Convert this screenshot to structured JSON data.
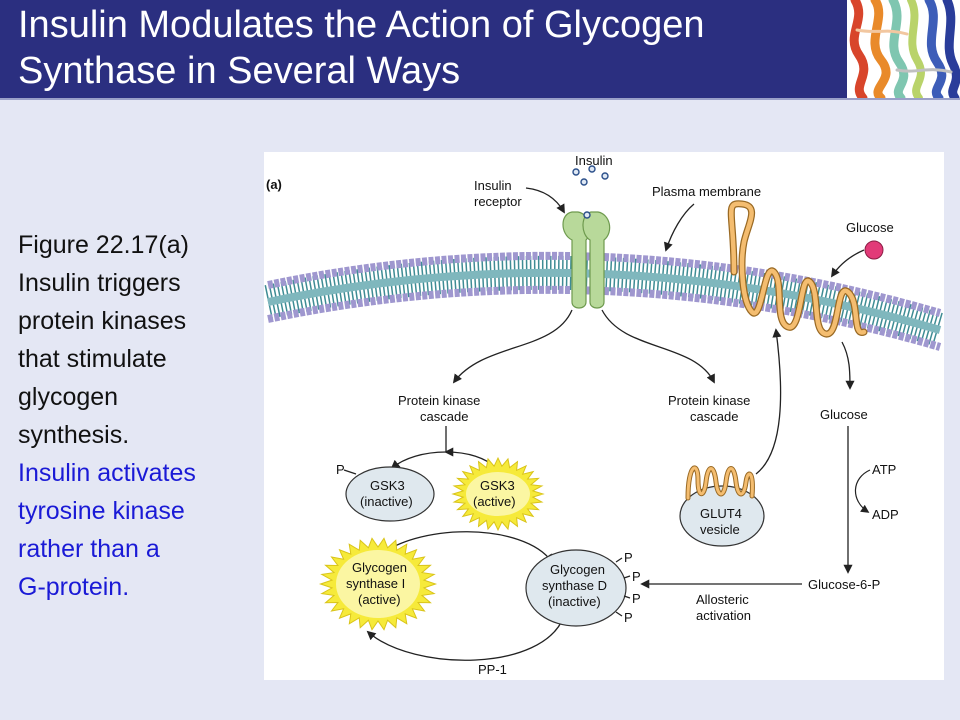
{
  "slide": {
    "title_line1": "Insulin Modulates the Action of Glycogen",
    "title_line2": "Synthase in Several Ways"
  },
  "body": {
    "line1": "Figure 22.17(a)",
    "line2": "Insulin triggers",
    "line3": "protein kinases",
    "line4": "that stimulate",
    "line5": "glycogen",
    "line6": "synthesis.",
    "line7": "Insulin activates",
    "line8": "tyrosine kinase",
    "line9": "rather than a",
    "line10": "G-protein."
  },
  "figure": {
    "panel_label": "(a)",
    "insulin": "Insulin",
    "insulin_receptor_1": "Insulin",
    "insulin_receptor_2": "receptor",
    "plasma_membrane": "Plasma membrane",
    "glucose_outside": "Glucose",
    "pk_cascade_left_1": "Protein kinase",
    "pk_cascade_left_2": "cascade",
    "pk_cascade_right_1": "Protein kinase",
    "pk_cascade_right_2": "cascade",
    "glucose_inside": "Glucose",
    "atp": "ATP",
    "adp": "ADP",
    "gsk3_inactive_1": "GSK3",
    "gsk3_inactive_2": "(inactive)",
    "gsk3_active_1": "GSK3",
    "gsk3_active_2": "(active)",
    "phosphate": "P",
    "glut4_1": "GLUT4",
    "glut4_2": "vesicle",
    "gs_i_1": "Glycogen",
    "gs_i_2": "synthase I",
    "gs_i_3": "(active)",
    "gs_d_1": "Glycogen",
    "gs_d_2": "synthase D",
    "gs_d_3": "(inactive)",
    "glucose_6_p": "Glucose-6-P",
    "allosteric_1": "Allosteric",
    "allosteric_2": "activation",
    "pp1": "PP-1"
  },
  "colors": {
    "title_bar": "#2b2f80",
    "slide_bg": "#e4e7f4",
    "body_black": "#111111",
    "body_blue": "#1a1ad6",
    "membrane_head": "#9f97cf",
    "membrane_tail": "#3e8c94",
    "receptor": "#b8d99a",
    "glut4": "#f4bd70",
    "active_star": "#f6ea3a",
    "inactive_oval": "#dfe8ee",
    "glucose_ball": "#e23a78"
  }
}
